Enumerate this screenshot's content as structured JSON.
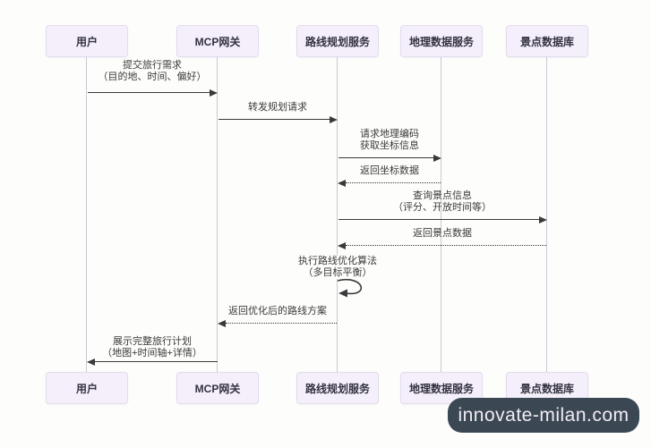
{
  "diagram": {
    "type": "sequence",
    "actors": [
      {
        "id": "user",
        "label": "用户"
      },
      {
        "id": "mcp-gateway",
        "label": "MCP网关"
      },
      {
        "id": "route-planning-service",
        "label": "路线规划服务"
      },
      {
        "id": "geo-data-service",
        "label": "地理数据服务"
      },
      {
        "id": "poi-database",
        "label": "景点数据库"
      }
    ],
    "messages": [
      {
        "from": "用户",
        "to": "MCP网关",
        "type": "solid",
        "lines": [
          "提交旅行需求",
          "（目的地、时间、偏好）"
        ]
      },
      {
        "from": "MCP网关",
        "to": "路线规划服务",
        "type": "solid",
        "lines": [
          "转发规划请求"
        ]
      },
      {
        "from": "路线规划服务",
        "to": "地理数据服务",
        "type": "solid",
        "lines": [
          "请求地理编码",
          "获取坐标信息"
        ]
      },
      {
        "from": "地理数据服务",
        "to": "路线规划服务",
        "type": "dashed",
        "lines": [
          "返回坐标数据"
        ]
      },
      {
        "from": "路线规划服务",
        "to": "景点数据库",
        "type": "solid",
        "lines": [
          "查询景点信息",
          "（评分、开放时间等）"
        ]
      },
      {
        "from": "景点数据库",
        "to": "路线规划服务",
        "type": "dashed",
        "lines": [
          "返回景点数据"
        ]
      },
      {
        "from": "路线规划服务",
        "to": "路线规划服务",
        "type": "self",
        "lines": [
          "执行路线优化算法",
          "（多目标平衡）"
        ]
      },
      {
        "from": "路线规划服务",
        "to": "MCP网关",
        "type": "dashed",
        "lines": [
          "返回优化后的路线方案"
        ]
      },
      {
        "from": "MCP网关",
        "to": "用户",
        "type": "solid",
        "lines": [
          "展示完整旅行计划",
          "（地图+时间轴+详情）"
        ]
      }
    ],
    "colors": {
      "actor_fill": "#f4effa",
      "actor_border": "#e4dcf0",
      "lifeline": "#ccc8d2",
      "arrow": "#3a3a3a",
      "label_text": "#3b3b3b"
    }
  },
  "watermark": {
    "text": "innovate-milan.com",
    "bg": "#3b4854",
    "fg": "#f2ecf5"
  }
}
